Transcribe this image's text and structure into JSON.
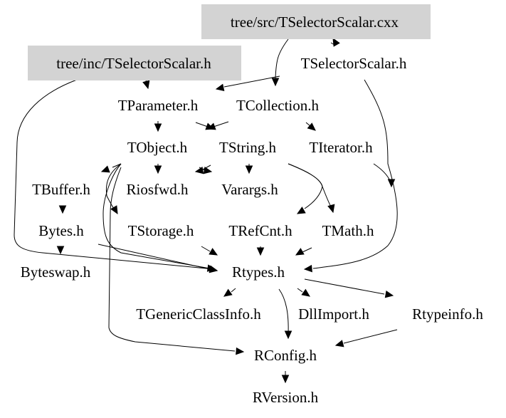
{
  "diagram": {
    "kind": "include-dependency-graph",
    "colors": {
      "background": "#ffffff",
      "highlight_box": "#d3d3d3",
      "text": "#000000",
      "edge": "#000000"
    },
    "nodes": [
      {
        "id": "src_cxx",
        "label": "tree/src/TSelectorScalar.cxx",
        "highlighted": true
      },
      {
        "id": "inc_h",
        "label": "tree/inc/TSelectorScalar.h",
        "highlighted": true
      },
      {
        "id": "TSelectorScalar",
        "label": "TSelectorScalar.h",
        "highlighted": false
      },
      {
        "id": "TParameter",
        "label": "TParameter.h",
        "highlighted": false
      },
      {
        "id": "TCollection",
        "label": "TCollection.h",
        "highlighted": false
      },
      {
        "id": "TObject",
        "label": "TObject.h",
        "highlighted": false
      },
      {
        "id": "TString",
        "label": "TString.h",
        "highlighted": false
      },
      {
        "id": "TIterator",
        "label": "TIterator.h",
        "highlighted": false
      },
      {
        "id": "TBuffer",
        "label": "TBuffer.h",
        "highlighted": false
      },
      {
        "id": "Riosfwd",
        "label": "Riosfwd.h",
        "highlighted": false
      },
      {
        "id": "Varargs",
        "label": "Varargs.h",
        "highlighted": false
      },
      {
        "id": "Bytes",
        "label": "Bytes.h",
        "highlighted": false
      },
      {
        "id": "TStorage",
        "label": "TStorage.h",
        "highlighted": false
      },
      {
        "id": "TRefCnt",
        "label": "TRefCnt.h",
        "highlighted": false
      },
      {
        "id": "TMath",
        "label": "TMath.h",
        "highlighted": false
      },
      {
        "id": "Byteswap",
        "label": "Byteswap.h",
        "highlighted": false
      },
      {
        "id": "Rtypes",
        "label": "Rtypes.h",
        "highlighted": false
      },
      {
        "id": "TGenericClassInfo",
        "label": "TGenericClassInfo.h",
        "highlighted": false
      },
      {
        "id": "DllImport",
        "label": "DllImport.h",
        "highlighted": false
      },
      {
        "id": "Rtypeinfo",
        "label": "Rtypeinfo.h",
        "highlighted": false
      },
      {
        "id": "RConfig",
        "label": "RConfig.h",
        "highlighted": false
      },
      {
        "id": "RVersion",
        "label": "RVersion.h",
        "highlighted": false
      }
    ],
    "edges": [
      {
        "from": "src_cxx",
        "to": "TCollection"
      },
      {
        "from": "TSelectorScalar",
        "to": "src_cxx"
      },
      {
        "from": "inc_h",
        "to": "TParameter"
      },
      {
        "from": "inc_h",
        "to": "Rtypes"
      },
      {
        "from": "TSelectorScalar",
        "to": "TParameter"
      },
      {
        "from": "TSelectorScalar",
        "to": "Rtypes"
      },
      {
        "from": "TParameter",
        "to": "TObject"
      },
      {
        "from": "TParameter",
        "to": "TString"
      },
      {
        "from": "TCollection",
        "to": "TString"
      },
      {
        "from": "TCollection",
        "to": "TIterator"
      },
      {
        "from": "TObject",
        "to": "TBuffer"
      },
      {
        "from": "TObject",
        "to": "Riosfwd"
      },
      {
        "from": "TObject",
        "to": "TString"
      },
      {
        "from": "TString",
        "to": "TObject"
      },
      {
        "from": "TString",
        "to": "Varargs"
      },
      {
        "from": "TString",
        "to": "TRefCnt"
      },
      {
        "from": "TString",
        "to": "TMath"
      },
      {
        "from": "TObject",
        "to": "TStorage"
      },
      {
        "from": "TObject",
        "to": "Rtypes"
      },
      {
        "from": "TObject",
        "to": "RConfig"
      },
      {
        "from": "TIterator",
        "to": "Rtypes"
      },
      {
        "from": "TBuffer",
        "to": "Bytes"
      },
      {
        "from": "Bytes",
        "to": "Byteswap"
      },
      {
        "from": "Bytes",
        "to": "Rtypes"
      },
      {
        "from": "TStorage",
        "to": "Rtypes"
      },
      {
        "from": "TRefCnt",
        "to": "Rtypes"
      },
      {
        "from": "TMath",
        "to": "Rtypes"
      },
      {
        "from": "Rtypes",
        "to": "TGenericClassInfo"
      },
      {
        "from": "Rtypes",
        "to": "DllImport"
      },
      {
        "from": "Rtypes",
        "to": "Rtypeinfo"
      },
      {
        "from": "Rtypes",
        "to": "RConfig"
      },
      {
        "from": "Rtypeinfo",
        "to": "RConfig"
      },
      {
        "from": "RConfig",
        "to": "RVersion"
      }
    ]
  }
}
